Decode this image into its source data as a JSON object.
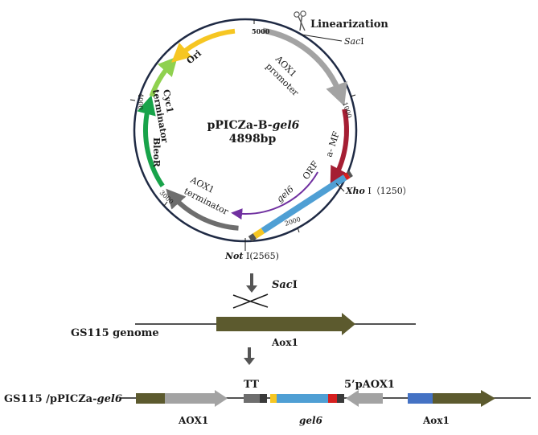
{
  "plasmid": {
    "name_prefix": "pPICZa-B-",
    "name_italic": "gel6",
    "size": "4898bp",
    "ticks": [
      "5000",
      "1000",
      "2000",
      "3000",
      "4000"
    ],
    "linearization": "Linearization",
    "sac_italic": "Sac",
    "sac_suffix": "I",
    "features": {
      "aox1_promoter": [
        "AOX1",
        "promoter"
      ],
      "alpha_mf": "a- MF",
      "orf": "ORF",
      "gel6": "gel6",
      "aox1_terminator": [
        "AOX1",
        "terminator"
      ],
      "bleor": "BleoR",
      "cyc1_terminator": [
        "Cyc1",
        "terminator"
      ],
      "ori": "Ori"
    },
    "xho": {
      "italic": "Xho",
      "rest": " I（1250）"
    },
    "not": {
      "italic": "Not",
      "rest": " I(2565)"
    }
  },
  "digest": {
    "italic": "Sac",
    "suffix": "I"
  },
  "genome": {
    "label": "GS115  genome",
    "aox1": "Aox1"
  },
  "recombinant": {
    "label_prefix": "GS115 /pPICZa-",
    "label_italic": "gel6",
    "tt": "TT",
    "p5aox1": "5’pAOX1",
    "aox1_left": "AOX1",
    "gel6": "gel6",
    "aox1_right": "Aox1"
  },
  "colors": {
    "gray_arrow": "#a3a3a3",
    "dark_gray": "#6e6e6e",
    "olive": "#5c5a2e",
    "red": "#a51e33",
    "blue": "#4f9fd4",
    "yellow": "#f6c622",
    "light_green": "#8fd14f",
    "green": "#18a34a",
    "purple": "#7030a0",
    "royal_blue": "#4472c4",
    "bright_red": "#d62020"
  }
}
